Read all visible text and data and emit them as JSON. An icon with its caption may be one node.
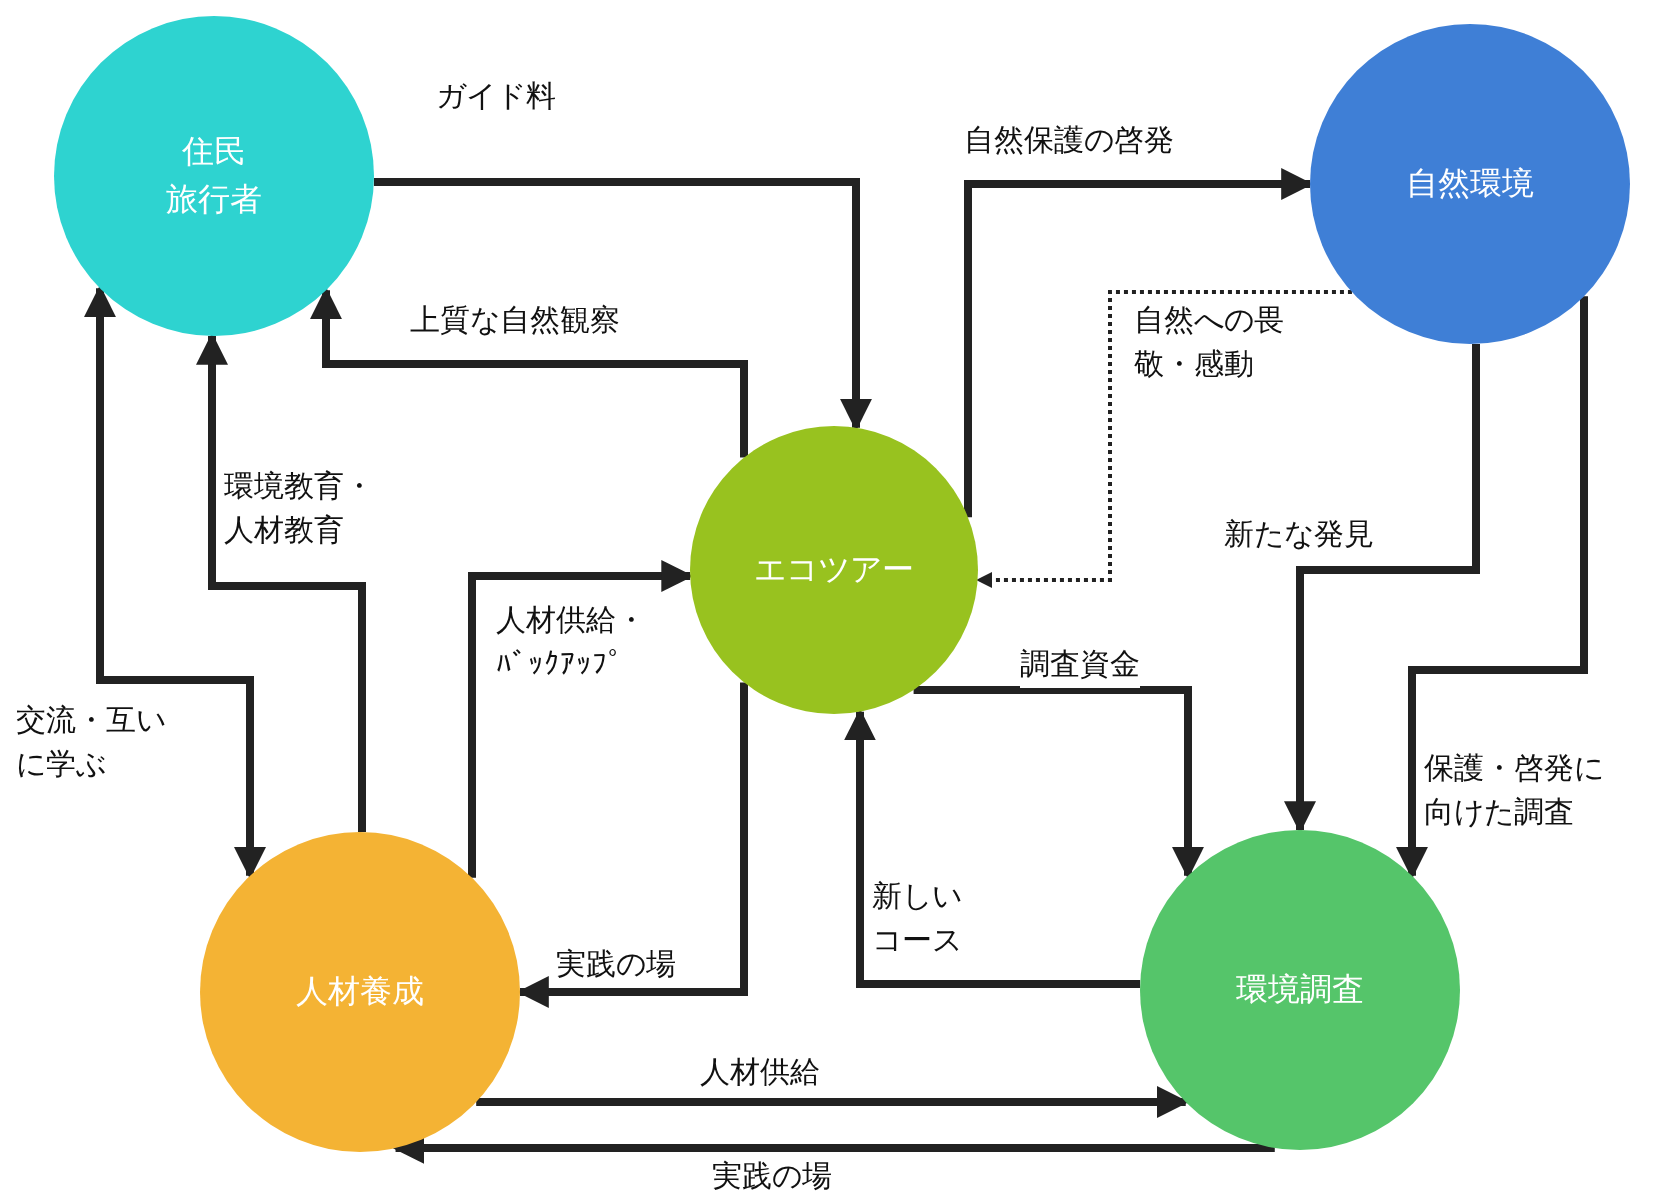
{
  "diagram": {
    "nodes": [
      {
        "text": [
          "住民",
          "旅行者"
        ]
      },
      {
        "text": [
          "自然環境"
        ]
      },
      {
        "text": [
          "エコツアー"
        ]
      },
      {
        "text": [
          "人材養成"
        ]
      },
      {
        "text": [
          "環境調査"
        ]
      }
    ],
    "edges": [
      {
        "from": 0,
        "to": 2,
        "arrow": "to",
        "label": "ガイド料"
      },
      {
        "from": 2,
        "to": 0,
        "arrow": "to",
        "label": "上質な自然観察"
      },
      {
        "from": 2,
        "to": 1,
        "arrow": "to",
        "label": "自然保護の啓発"
      },
      {
        "from": 1,
        "to": 2,
        "arrow": "to",
        "label": "自然への畏敬・感動",
        "style": "dashed"
      },
      {
        "from": 1,
        "to": 4,
        "arrow": "to",
        "label": "新たな発見"
      },
      {
        "from": 1,
        "to": 4,
        "arrow": "to",
        "label": "保護・啓発に向けた調査"
      },
      {
        "from": 2,
        "to": 4,
        "arrow": "to",
        "label": "調査資金"
      },
      {
        "from": 4,
        "to": 2,
        "arrow": "to",
        "label": "新しいコース"
      },
      {
        "from": 3,
        "to": 2,
        "arrow": "to",
        "label": "人材供給・ﾊﾞｯｸｱｯﾌﾟ"
      },
      {
        "from": 2,
        "to": 3,
        "arrow": "to",
        "label": "実践の場"
      },
      {
        "from": 3,
        "to": 0,
        "arrow": "to",
        "label": "環境教育・人材教育"
      },
      {
        "from": 0,
        "to": 3,
        "arrow": "both",
        "label": "交流・互いに学ぶ"
      },
      {
        "from": 3,
        "to": 4,
        "arrow": "to",
        "label": "人材供給"
      },
      {
        "from": 4,
        "to": 3,
        "arrow": "to",
        "label": "実践の場"
      }
    ]
  }
}
